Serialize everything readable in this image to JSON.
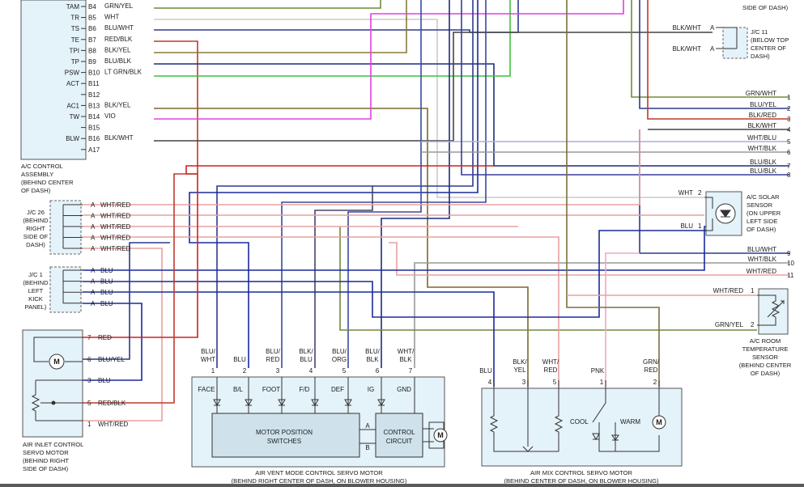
{
  "ac_control": {
    "pins": [
      {
        "term": "TAM",
        "pin": "B4",
        "wire": "GRN/YEL"
      },
      {
        "term": "TR",
        "pin": "B5",
        "wire": "WHT"
      },
      {
        "term": "TS",
        "pin": "B6",
        "wire": "BLU/WHT"
      },
      {
        "term": "TE",
        "pin": "B7",
        "wire": "RED/BLK"
      },
      {
        "term": "TPI",
        "pin": "B8",
        "wire": "BLK/YEL"
      },
      {
        "term": "TP",
        "pin": "B9",
        "wire": "BLU/BLK"
      },
      {
        "term": "PSW",
        "pin": "B10",
        "wire": "LT GRN/BLK"
      },
      {
        "term": "ACT",
        "pin": "B11",
        "wire": ""
      },
      {
        "term": "",
        "pin": "B12",
        "wire": ""
      },
      {
        "term": "AC1",
        "pin": "B13",
        "wire": "BLK/YEL"
      },
      {
        "term": "TW",
        "pin": "B14",
        "wire": "VIO"
      },
      {
        "term": "",
        "pin": "B15",
        "wire": ""
      },
      {
        "term": "BLW",
        "pin": "B16",
        "wire": "BLK/WHT"
      },
      {
        "term": "",
        "pin": "A17",
        "wire": ""
      }
    ],
    "caption": [
      "A/C CONTROL",
      "ASSEMBLY",
      "(BEHIND CENTER",
      "OF DASH)"
    ]
  },
  "jc26": {
    "caption": [
      "J/C 26",
      "(BEHIND",
      "RIGHT",
      "SIDE OF",
      "DASH)"
    ],
    "rows": [
      {
        "pin": "A",
        "wire": "WHT/RED"
      },
      {
        "pin": "A",
        "wire": "WHT/RED"
      },
      {
        "pin": "A",
        "wire": "WHT/RED"
      },
      {
        "pin": "A",
        "wire": "WHT/RED"
      },
      {
        "pin": "A",
        "wire": "WHT/RED"
      }
    ]
  },
  "jc1": {
    "caption": [
      "J/C 1",
      "(BEHIND",
      "LEFT",
      "KICK",
      "PANEL)"
    ],
    "rows": [
      {
        "pin": "A",
        "wire": "BLU"
      },
      {
        "pin": "A",
        "wire": "BLU"
      },
      {
        "pin": "A",
        "wire": "BLU"
      },
      {
        "pin": "A",
        "wire": "BLU"
      }
    ]
  },
  "air_inlet": {
    "pins": [
      {
        "pin": "7",
        "wire": "RED"
      },
      {
        "pin": "6",
        "wire": "BLU/YEL"
      },
      {
        "pin": "3",
        "wire": "BLU"
      },
      {
        "pin": "5",
        "wire": "RED/BLK"
      },
      {
        "pin": "1",
        "wire": "WHT/RED"
      }
    ],
    "caption": [
      "AIR INLET CONTROL",
      "SERVO MOTOR",
      "(BEHIND RIGHT",
      "SIDE OF DASH)"
    ]
  },
  "air_vent": {
    "wires": [
      {
        "wire": [
          "BLU/",
          "WHT"
        ],
        "pin": "1",
        "term": "FACE"
      },
      {
        "wire": [
          "BLU"
        ],
        "pin": "2",
        "term": "B/L"
      },
      {
        "wire": [
          "BLU/",
          "RED"
        ],
        "pin": "3",
        "term": "FOOT"
      },
      {
        "wire": [
          "BLK/",
          "BLU"
        ],
        "pin": "4",
        "term": "F/D"
      },
      {
        "wire": [
          "BLU/",
          "ORG"
        ],
        "pin": "5",
        "term": "DEF"
      },
      {
        "wire": [
          "BLU/",
          "BLK"
        ],
        "pin": "6",
        "term": "IG"
      },
      {
        "wire": [
          "WHT/",
          "BLK"
        ],
        "pin": "7",
        "term": "GND"
      }
    ],
    "switches_label": [
      "MOTOR POSITION",
      "SWITCHES"
    ],
    "circuit_label": [
      "CONTROL",
      "CIRCUIT"
    ],
    "terminal_a": "A",
    "terminal_b": "B",
    "caption": [
      "AIR VENT MODE CONTROL SERVO MOTOR",
      "(BEHIND RIGHT CENTER OF DASH, ON BLOWER HOUSING)"
    ]
  },
  "air_mix": {
    "wires": [
      {
        "wire": [
          "BLU"
        ],
        "pin": "4"
      },
      {
        "wire": [
          "BLK/",
          "YEL"
        ],
        "pin": "3"
      },
      {
        "wire": [
          "WHT/",
          "RED"
        ],
        "pin": "5"
      },
      {
        "wire": [
          "PNK"
        ],
        "pin": "1"
      },
      {
        "wire": [
          "GRN/",
          "RED"
        ],
        "pin": "2"
      }
    ],
    "cool_label": "COOL",
    "warm_label": "WARM",
    "caption": [
      "AIR MIX CONTROL SERVO MOTOR",
      "(BEHIND CENTER OF DASH, ON BLOWER HOUSING)"
    ]
  },
  "motor_symbol": "M",
  "top_right_caption": "SIDE OF DASH)",
  "jc11": {
    "rows": [
      {
        "wire": "BLK/WHT",
        "pin": "A"
      },
      {
        "wire": "BLK/WHT",
        "pin": "A"
      }
    ],
    "caption": [
      "J/C 11",
      "(BELOW TOP",
      "CENTER OF",
      "DASH)"
    ]
  },
  "bus": [
    {
      "wire": "GRN/WHT",
      "num": "1"
    },
    {
      "wire": "BLU/YEL",
      "num": "2"
    },
    {
      "wire": "BLK/RED",
      "num": "3"
    },
    {
      "wire": "BLK/WHT",
      "num": "4"
    },
    {
      "wire": "WHT/BLU",
      "num": "5"
    },
    {
      "wire": "WHT/BLK",
      "num": "6"
    },
    {
      "wire": "BLU/BLK",
      "num": "7"
    },
    {
      "wire": "BLU/BLK",
      "num": "8"
    },
    {
      "wire": "BLU/WHT",
      "num": "9"
    },
    {
      "wire": "WHT/BLK",
      "num": "10"
    },
    {
      "wire": "WHT/RED",
      "num": "11"
    }
  ],
  "solar": {
    "pins": [
      {
        "wire": "WHT",
        "pin": "2"
      },
      {
        "wire": "BLU",
        "pin": "1"
      }
    ],
    "caption": [
      "A/C SOLAR",
      "SENSOR",
      "(ON UPPER",
      "LEFT SIDE",
      "OF DASH)"
    ]
  },
  "room": {
    "pins": [
      {
        "wire": "WHT/RED",
        "pin": "1"
      },
      {
        "wire": "GRN/YEL",
        "pin": "2"
      }
    ],
    "caption": [
      "A/C ROOM",
      "TEMPERATURE",
      "SENSOR",
      "(BEHIND CENTER",
      "OF DASH)"
    ]
  },
  "colors": {
    "grn_yel": "#6f8a3a",
    "wht": "#cfcfcf",
    "blu_wht": "#2b3b8c",
    "red_blk": "#c0392b",
    "blk_yel": "#8a7a3a",
    "blu_blk": "#1f2c7a",
    "lt_grn_blk": "#3fc13f",
    "blk_yel2": "#7a6a2a",
    "vio": "#e040e0",
    "blk_wht": "#444444",
    "wht_red": "#e8a0a0",
    "blu": "#1a2a9a",
    "red": "#d02020",
    "pnk": "#f0a8c0",
    "grn_red": "#7a7040",
    "blk": "#222222",
    "gray": "#999999"
  }
}
